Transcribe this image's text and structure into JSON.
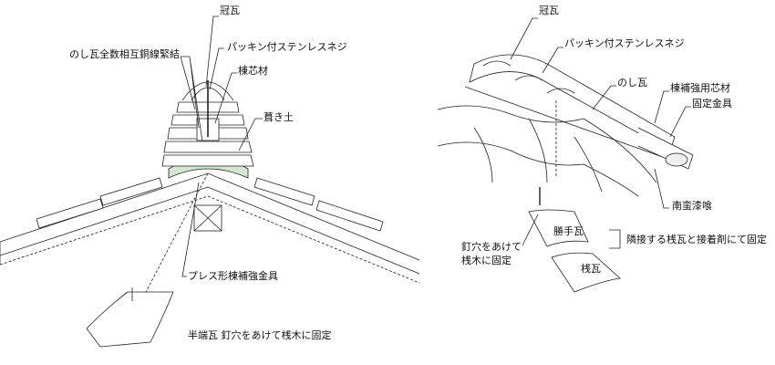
{
  "left_diagram": {
    "labels": {
      "kanmuri": "冠瓦",
      "noshi_wire": "のし瓦全数相互銅線緊結",
      "screw": "パッキン付ステンレスネジ",
      "core": "棟芯材",
      "mud": "葺き土",
      "bracket": "プレス形棟補強金具",
      "half_tile": "半端瓦 釘穴をあけて桟木に固定"
    }
  },
  "right_diagram": {
    "labels": {
      "kanmuri": "冠瓦",
      "screw": "パッキン付ステンレスネジ",
      "noshi": "のし瓦",
      "core": "棟補強用芯材",
      "fixture": "固定金具",
      "plaster": "南蛮漆喰",
      "katte": "勝手瓦",
      "adhesive": "隣接する桟瓦と接着剤にて固定",
      "nail_line1": "釘穴をあけて",
      "nail_line2": "桟木に固定",
      "sangawara": "桟瓦"
    }
  },
  "colors": {
    "mud_fill": "#d6e4d2",
    "line": "#222222"
  }
}
